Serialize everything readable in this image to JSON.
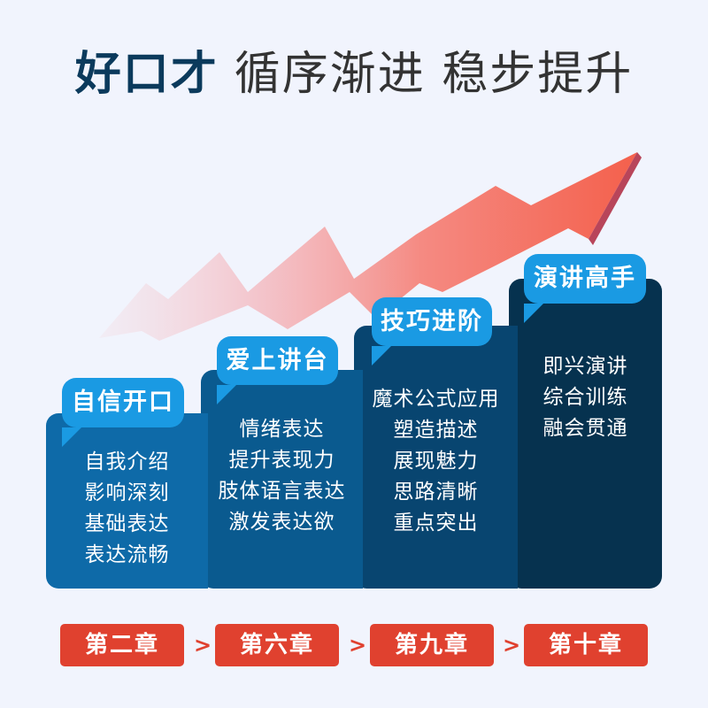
{
  "title": {
    "brand": "好口才",
    "slogan": "循序渐进 稳步提升"
  },
  "colors": {
    "background": "#f1f4fd",
    "brand_text": "#0b3a5c",
    "bubble": "#1a9ae3",
    "chapter_badge": "#e0412f",
    "card_1": "#0e6aa8",
    "card_2": "#0a5a8f",
    "card_3": "#084570",
    "card_4": "#06324f",
    "arrow": "#f4604c"
  },
  "stages": [
    {
      "label": "自信开口",
      "items": [
        "自我介绍",
        "影响深刻",
        "基础表达",
        "表达流畅"
      ],
      "chapter": "第二章"
    },
    {
      "label": "爱上讲台",
      "items": [
        "情绪表达",
        "提升表现力",
        "肢体语言表达",
        "激发表达欲"
      ],
      "chapter": "第六章"
    },
    {
      "label": "技巧进阶",
      "items": [
        "魔术公式应用",
        "塑造描述",
        "展现魅力",
        "思路清晰",
        "重点突出"
      ],
      "chapter": "第九章"
    },
    {
      "label": "演讲高手",
      "items": [
        "即兴演讲",
        "综合训练",
        "融会贯通"
      ],
      "chapter": "第十章"
    }
  ],
  "separator": ">",
  "icons": {
    "growth_arrow": "trend-up-arrow-icon"
  }
}
